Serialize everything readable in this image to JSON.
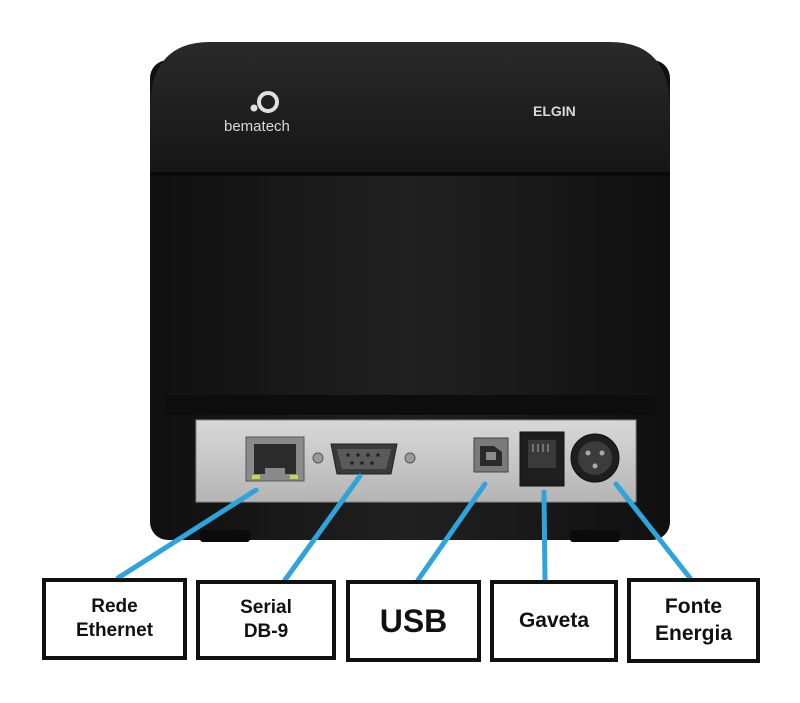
{
  "printer": {
    "brand_left": "bematech",
    "brand_right": "ELGIN",
    "body_color": "#1c1c1c",
    "panel_color": "#c9c9c9"
  },
  "labels": {
    "rede": "Rede\nEthernet",
    "serial": "Serial\nDB-9",
    "usb": "USB",
    "gaveta": "Gaveta",
    "fonte": "Fonte\nEnergia"
  },
  "colors": {
    "callout_line": "#2ea3dc",
    "box_border": "#111111"
  },
  "icons": [
    "ethernet-port-icon",
    "serial-port-icon",
    "usb-port-icon",
    "rj11-port-icon",
    "power-port-icon"
  ]
}
